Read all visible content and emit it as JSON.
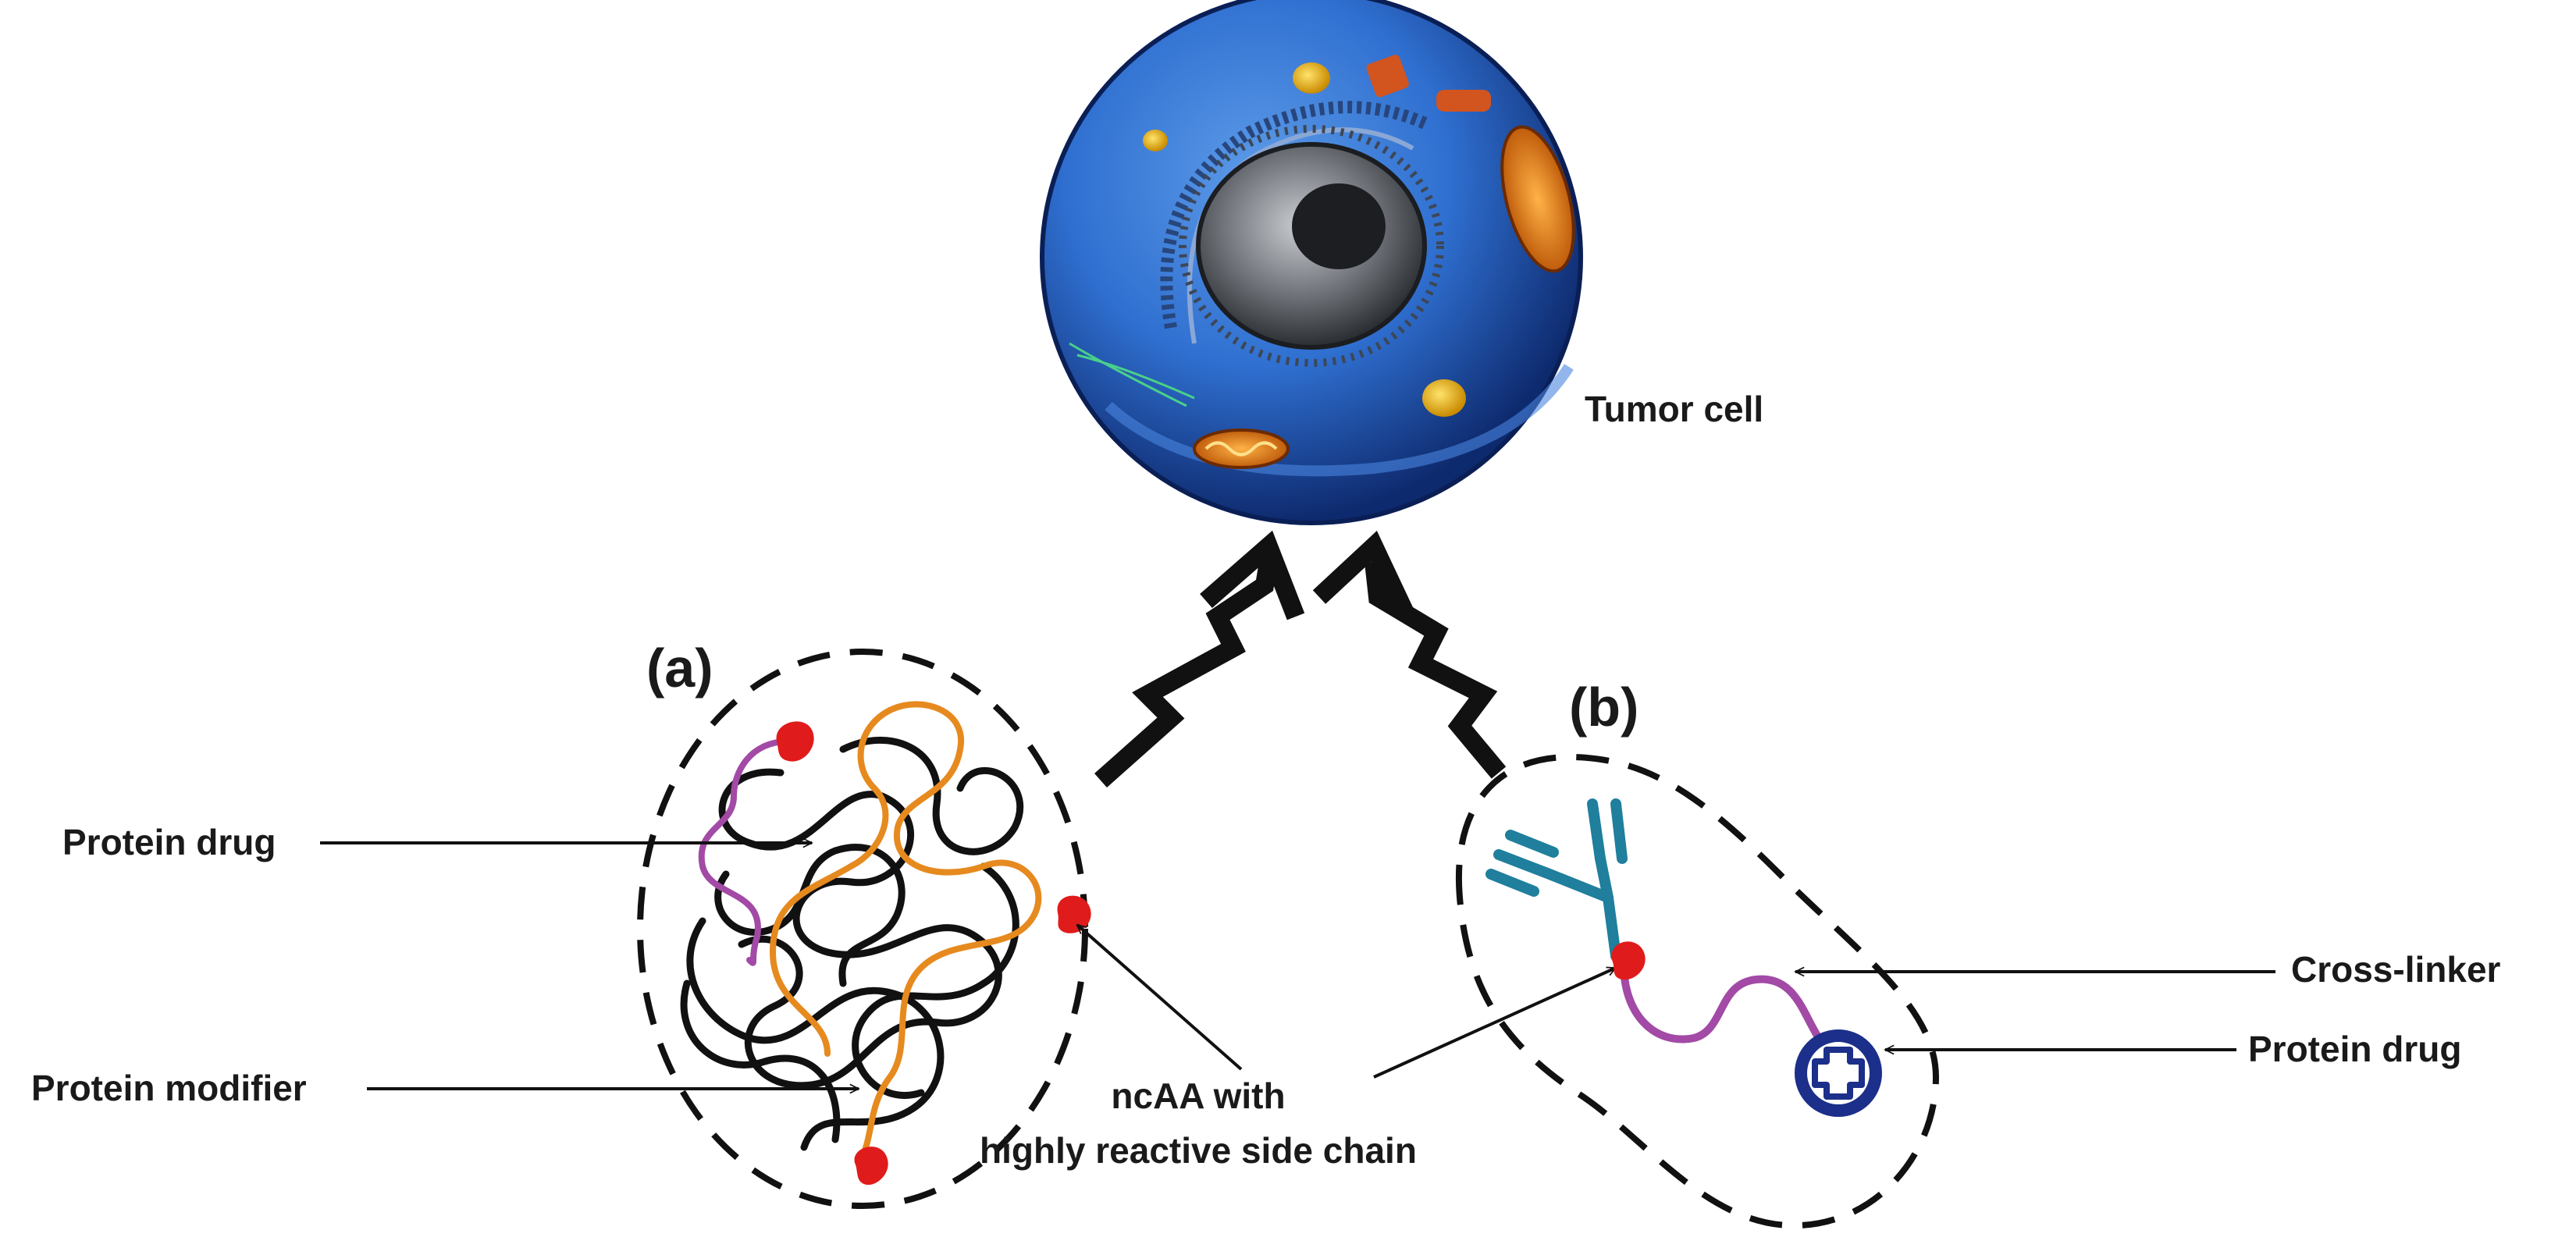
{
  "labels": {
    "tumor_cell": "Tumor cell",
    "panel_a": "(a)",
    "panel_b": "(b)",
    "protein_drug_a": "Protein drug",
    "protein_modifier": "Protein modifier",
    "ncaa_line1": "ncAA with",
    "ncaa_line2": "highly reactive side chain",
    "cross_linker": "Cross-linker",
    "protein_drug_b": "Protein drug"
  },
  "colors": {
    "cell_blue": "#2f6fd0",
    "cell_dark": "#0e2a6e",
    "nucleus": "#6b6f75",
    "protein_chain": "#111111",
    "modifier_chain": "#e68a1f",
    "linker": "#a24aa6",
    "ncaa_red": "#e01b1b",
    "antibody_teal": "#1f7f9c",
    "drug_ring": "#1c2f8a"
  }
}
